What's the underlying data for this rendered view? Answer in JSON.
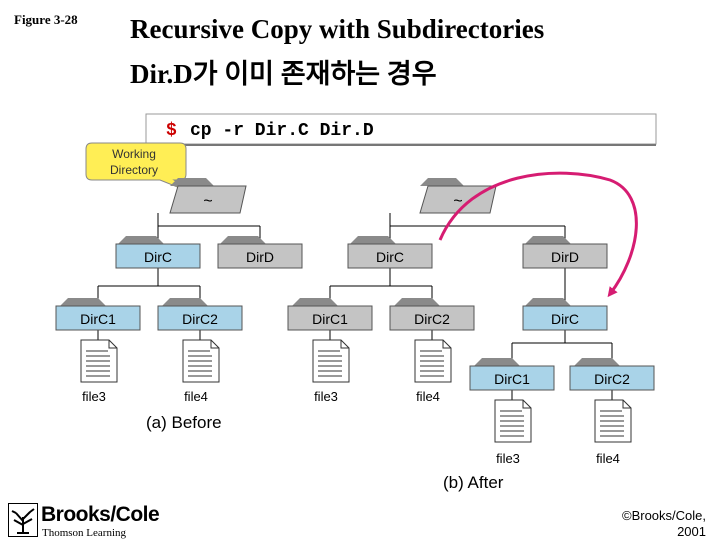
{
  "figure_label": "Figure 3-28",
  "title_line1": "Recursive Copy with Subdirectories",
  "title_line2": "Dir.D가 이미 존재하는 경우",
  "command": {
    "prompt": "$",
    "text": "cp -r Dir.C Dir.D"
  },
  "callout": {
    "line1": "Working",
    "line2": "Directory"
  },
  "before": {
    "caption": "(a) Before",
    "root": "~",
    "level1": [
      "DirC",
      "DirD"
    ],
    "level2": [
      "DirC1",
      "DirC2"
    ],
    "files": [
      "file3",
      "file4"
    ]
  },
  "after": {
    "caption": "(b) After",
    "root": "~",
    "level1": [
      "DirC",
      "DirD"
    ],
    "level2": [
      "DirC1",
      "DirC2",
      "DirC"
    ],
    "level3": [
      "DirC1",
      "DirC2"
    ],
    "files_level2": [
      "file3",
      "file4"
    ],
    "files_level3": [
      "file3",
      "file4"
    ]
  },
  "publisher": {
    "name": "Brooks/Cole",
    "sub": "Thomson Learning"
  },
  "copyright": {
    "line1": "©Brooks/Cole,",
    "line2": "2001"
  },
  "colors": {
    "folder_blue": "#a9d3e8",
    "folder_grey": "#c4c4c4",
    "folder_tab": "#8a8a8a",
    "callout_fill": "#ffee55",
    "arrow": "#d61c72",
    "command_text": "#000000",
    "prompt": "#cc0000"
  }
}
